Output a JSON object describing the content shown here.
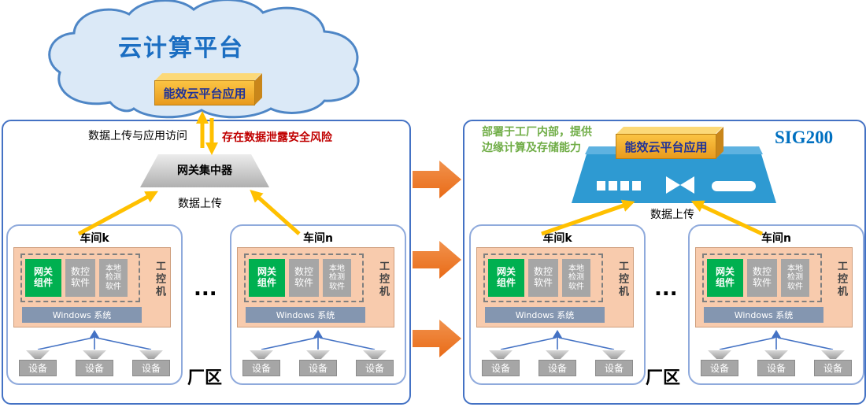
{
  "left": {
    "cloud_title": "云计算平台",
    "app_label": "能效云平台应用",
    "upload_access_label": "数据上传与应用访问",
    "risk_label": "存在数据泄露安全风险",
    "gateway_label": "网关集中器",
    "data_upload_label": "数据上传",
    "ellipsis": "...",
    "factory_label": "厂区",
    "workshops": [
      {
        "title": "车间k"
      },
      {
        "title": "车间n"
      }
    ]
  },
  "right": {
    "note_line1": "部署于工厂内部，提供",
    "note_line2": "边缘计算及存储能力",
    "device_model": "SIG200",
    "app_label": "能效云平台应用",
    "data_upload_label": "数据上传",
    "ellipsis": "...",
    "factory_label": "厂区",
    "workshops": [
      {
        "title": "车间k"
      },
      {
        "title": "车间n"
      }
    ]
  },
  "workshop_common": {
    "gateway_component": "网关\n组件",
    "cnc_software": "数控\n软件",
    "local_detection_software": "本地\n检测\n软件",
    "ipc_label": "工控机",
    "os_label": "Windows 系统",
    "device_label": "设备"
  },
  "colors": {
    "panel_border": "#4472c4",
    "cloud_fill": "#dbe9f7",
    "cloud_stroke": "#4e86c6",
    "app_box_orange": "#f2a71f",
    "app_box_text": "#1f3299",
    "yellow_arrow": "#ffc000",
    "big_arrow_orange": "#ed7d31",
    "gateway_component_green": "#00b050",
    "software_gray": "#a6a6a6",
    "windows_bar_blue": "#8496b0",
    "ipc_fill_peach": "#f8cbad",
    "sig200_device_blue": "#2e9ad2",
    "risk_text_red": "#c00000",
    "note_text_green": "#70ad47",
    "sig200_text_blue": "#0070c0"
  }
}
